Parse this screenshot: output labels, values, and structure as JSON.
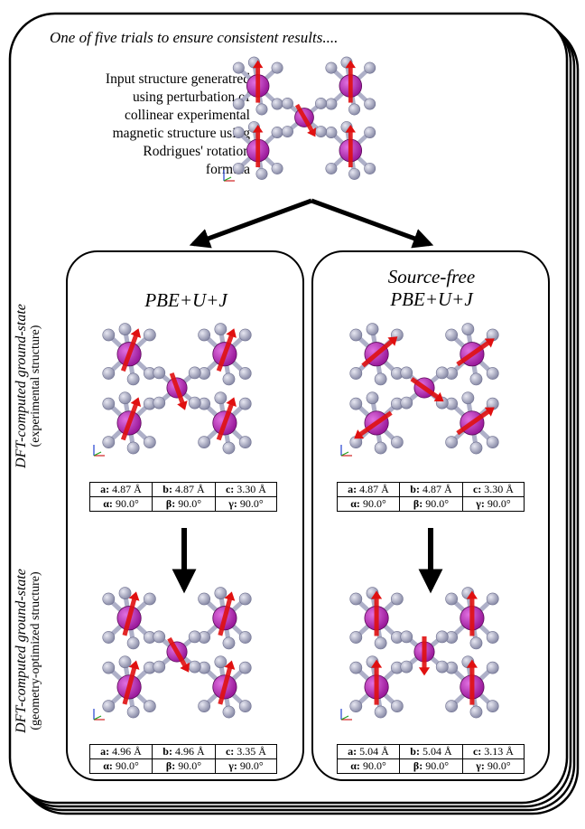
{
  "header": {
    "trial_note": "One of five trials to ensure consistent results...."
  },
  "input_description": [
    "Input structure generatred",
    "using perturbation of",
    "collinear experimental",
    "magnetic structure using",
    "Rodrigues' rotation",
    "formula"
  ],
  "panels": {
    "left": {
      "title": "PBE+U+J",
      "top_params": [
        [
          {
            "k": "a:",
            "v": " 4.87 Å"
          },
          {
            "k": "b:",
            "v": " 4.87 Å"
          },
          {
            "k": "c:",
            "v": " 3.30 Å"
          }
        ],
        [
          {
            "k": "α:",
            "v": " 90.0°"
          },
          {
            "k": "β:",
            "v": " 90.0°"
          },
          {
            "k": "γ:",
            "v": " 90.0°"
          }
        ]
      ],
      "bottom_params": [
        [
          {
            "k": "a:",
            "v": " 4.96 Å"
          },
          {
            "k": "b:",
            "v": " 4.96 Å"
          },
          {
            "k": "c:",
            "v": " 3.35 Å"
          }
        ],
        [
          {
            "k": "α:",
            "v": " 90.0°"
          },
          {
            "k": "β:",
            "v": " 90.0°"
          },
          {
            "k": "γ:",
            "v": " 90.0°"
          }
        ]
      ]
    },
    "right": {
      "title_line1": "Source-free",
      "title_line2": "PBE+U+J",
      "top_params": [
        [
          {
            "k": "a:",
            "v": " 4.87 Å"
          },
          {
            "k": "b:",
            "v": " 4.87 Å"
          },
          {
            "k": "c:",
            "v": " 3.30 Å"
          }
        ],
        [
          {
            "k": "α:",
            "v": " 90.0°"
          },
          {
            "k": "β:",
            "v": " 90.0°"
          },
          {
            "k": "γ:",
            "v": " 90.0°"
          }
        ]
      ],
      "bottom_params": [
        [
          {
            "k": "a:",
            "v": " 5.04 Å"
          },
          {
            "k": "b:",
            "v": " 5.04 Å"
          },
          {
            "k": "c:",
            "v": " 3.13 Å"
          }
        ],
        [
          {
            "k": "α:",
            "v": " 90.0°"
          },
          {
            "k": "β:",
            "v": " 90.0°"
          },
          {
            "k": "γ:",
            "v": " 90.0°"
          }
        ]
      ]
    }
  },
  "side_labels": {
    "top": {
      "line1": "DFT-computed ground-state",
      "line2": "(experimental structure)"
    },
    "bottom": {
      "line1": "DFT-computed ground-state",
      "line2": "(geometry-optimized structure)"
    }
  },
  "colors": {
    "atom_metal": "#9b1a9b",
    "atom_ligand": "#a8aac4",
    "bond_metal": "#a0208a",
    "bond_ligand": "#aeb0c8",
    "moment_arrow": "#e01010",
    "flow_arrow": "#000000"
  },
  "icons": [
    "crystal-structure",
    "moment-arrow",
    "axis-triad",
    "flow-arrow"
  ]
}
